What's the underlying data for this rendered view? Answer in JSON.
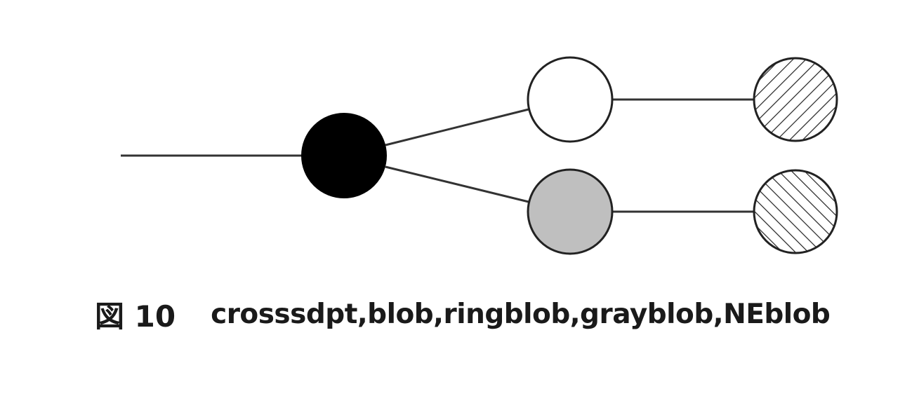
{
  "diagram": {
    "nodes": [
      {
        "id": "crossdpt-node",
        "style": "black"
      },
      {
        "id": "ring-node",
        "style": "white"
      },
      {
        "id": "gray-node",
        "style": "gray"
      },
      {
        "id": "hatch-ne-node",
        "style": "hatch-se"
      },
      {
        "id": "hatch-nw-node",
        "style": "hatch-ne"
      }
    ],
    "colors": {
      "line": "#333333",
      "black_fill": "#000000",
      "white_fill": "#ffffff",
      "gray_fill": "#bfbfbf",
      "hatch": "#222222"
    }
  },
  "caption": {
    "label": "図 10",
    "text": "crosssdpt,blob,ringblob,grayblob,NEblob"
  }
}
